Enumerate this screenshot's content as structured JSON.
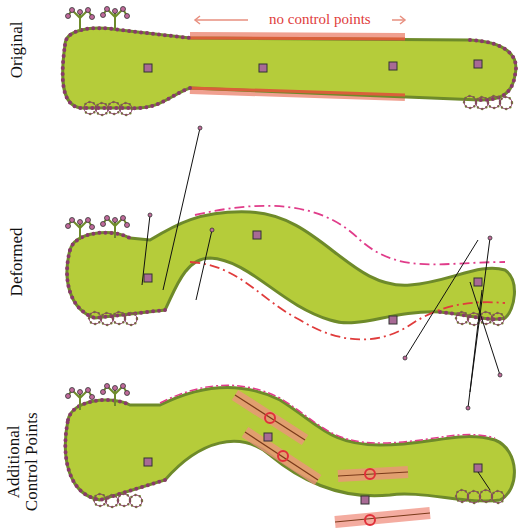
{
  "diagram": {
    "labels": [
      "Original",
      "Deformed",
      "Additional Control Points",
      "no control points"
    ]
  }
}
